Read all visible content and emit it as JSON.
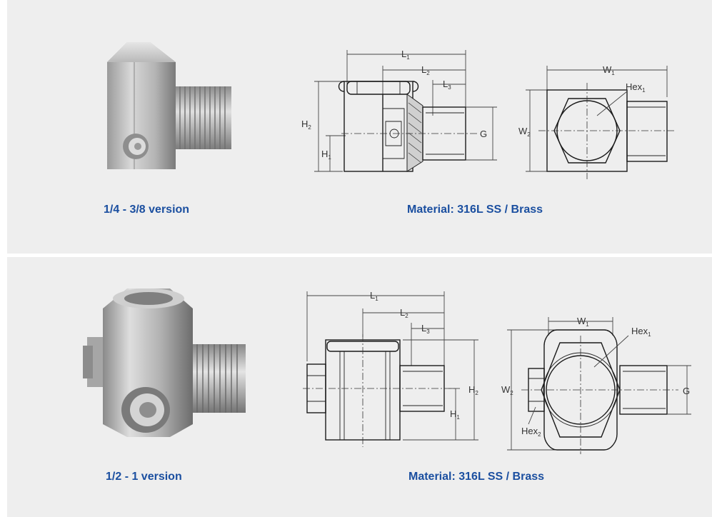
{
  "variants": [
    {
      "version_caption": "1/4 - 3/8 version",
      "material_caption": "Material: 316L SS / Brass"
    },
    {
      "version_caption": "1/2 - 1 version",
      "material_caption": "Material: 316L SS / Brass"
    }
  ],
  "dimension_labels": {
    "L1": {
      "main": "L",
      "sub": "1"
    },
    "L2": {
      "main": "L",
      "sub": "2"
    },
    "L3": {
      "main": "L",
      "sub": "3"
    },
    "H1": {
      "main": "H",
      "sub": "1"
    },
    "H2": {
      "main": "H",
      "sub": "2"
    },
    "W1": {
      "main": "W",
      "sub": "1"
    },
    "W2": {
      "main": "W",
      "sub": "2"
    },
    "Hex1": {
      "main": "Hex",
      "sub": "1"
    },
    "Hex2": {
      "main": "Hex",
      "sub": "2"
    },
    "G": {
      "main": "G"
    }
  },
  "colors": {
    "background": "#eeeeee",
    "caption_blue": "#1b4fa0",
    "line": "#1a1a1a"
  }
}
